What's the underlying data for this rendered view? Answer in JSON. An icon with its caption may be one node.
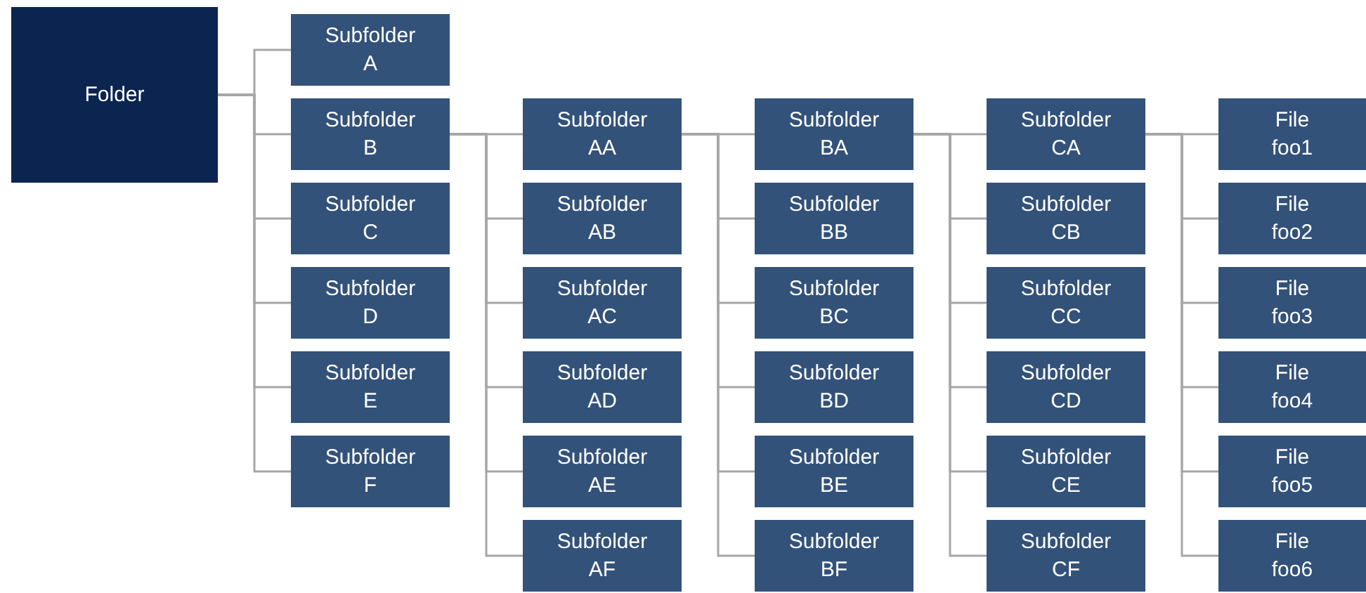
{
  "diagram": {
    "nodes": [
      {
        "text": [
          "Folder"
        ]
      },
      {
        "text": [
          "Subfolder A"
        ]
      },
      {
        "text": [
          "Subfolder B"
        ]
      },
      {
        "text": [
          "Subfolder C"
        ]
      },
      {
        "text": [
          "Subfolder D"
        ]
      },
      {
        "text": [
          "Subfolder E"
        ]
      },
      {
        "text": [
          "Subfolder F"
        ]
      },
      {
        "text": [
          "Subfolder AA"
        ]
      },
      {
        "text": [
          "Subfolder AB"
        ]
      },
      {
        "text": [
          "Subfolder AC"
        ]
      },
      {
        "text": [
          "Subfolder AD"
        ]
      },
      {
        "text": [
          "Subfolder AE"
        ]
      },
      {
        "text": [
          "Subfolder AF"
        ]
      },
      {
        "text": [
          "Subfolder BA"
        ]
      },
      {
        "text": [
          "Subfolder BB"
        ]
      },
      {
        "text": [
          "Subfolder BC"
        ]
      },
      {
        "text": [
          "Subfolder BD"
        ]
      },
      {
        "text": [
          "Subfolder BE"
        ]
      },
      {
        "text": [
          "Subfolder BF"
        ]
      },
      {
        "text": [
          "Subfolder CA"
        ]
      },
      {
        "text": [
          "Subfolder CB"
        ]
      },
      {
        "text": [
          "Subfolder CC"
        ]
      },
      {
        "text": [
          "Subfolder CD"
        ]
      },
      {
        "text": [
          "Subfolder CE"
        ]
      },
      {
        "text": [
          "Subfolder CF"
        ]
      },
      {
        "text": [
          "File foo1"
        ]
      },
      {
        "text": [
          "File foo2"
        ]
      },
      {
        "text": [
          "File foo3"
        ]
      },
      {
        "text": [
          "File foo4"
        ]
      },
      {
        "text": [
          "File foo5"
        ]
      },
      {
        "text": [
          "File foo6"
        ]
      }
    ],
    "edges": [
      {
        "from": 0,
        "to": 1,
        "arrow": "none"
      },
      {
        "from": 0,
        "to": 2,
        "arrow": "none"
      },
      {
        "from": 0,
        "to": 3,
        "arrow": "none"
      },
      {
        "from": 0,
        "to": 4,
        "arrow": "none"
      },
      {
        "from": 0,
        "to": 5,
        "arrow": "none"
      },
      {
        "from": 0,
        "to": 6,
        "arrow": "none"
      },
      {
        "from": 2,
        "to": 7,
        "arrow": "none"
      },
      {
        "from": 2,
        "to": 8,
        "arrow": "none"
      },
      {
        "from": 2,
        "to": 9,
        "arrow": "none"
      },
      {
        "from": 2,
        "to": 10,
        "arrow": "none"
      },
      {
        "from": 2,
        "to": 11,
        "arrow": "none"
      },
      {
        "from": 2,
        "to": 12,
        "arrow": "none"
      },
      {
        "from": 7,
        "to": 13,
        "arrow": "none"
      },
      {
        "from": 7,
        "to": 14,
        "arrow": "none"
      },
      {
        "from": 7,
        "to": 15,
        "arrow": "none"
      },
      {
        "from": 7,
        "to": 16,
        "arrow": "none"
      },
      {
        "from": 7,
        "to": 17,
        "arrow": "none"
      },
      {
        "from": 7,
        "to": 18,
        "arrow": "none"
      },
      {
        "from": 13,
        "to": 19,
        "arrow": "none"
      },
      {
        "from": 13,
        "to": 20,
        "arrow": "none"
      },
      {
        "from": 13,
        "to": 21,
        "arrow": "none"
      },
      {
        "from": 13,
        "to": 22,
        "arrow": "none"
      },
      {
        "from": 13,
        "to": 23,
        "arrow": "none"
      },
      {
        "from": 13,
        "to": 24,
        "arrow": "none"
      },
      {
        "from": 19,
        "to": 25,
        "arrow": "none"
      },
      {
        "from": 19,
        "to": 26,
        "arrow": "none"
      },
      {
        "from": 19,
        "to": 27,
        "arrow": "none"
      },
      {
        "from": 19,
        "to": 28,
        "arrow": "none"
      },
      {
        "from": 19,
        "to": 29,
        "arrow": "none"
      },
      {
        "from": 19,
        "to": 30,
        "arrow": "none"
      }
    ]
  }
}
